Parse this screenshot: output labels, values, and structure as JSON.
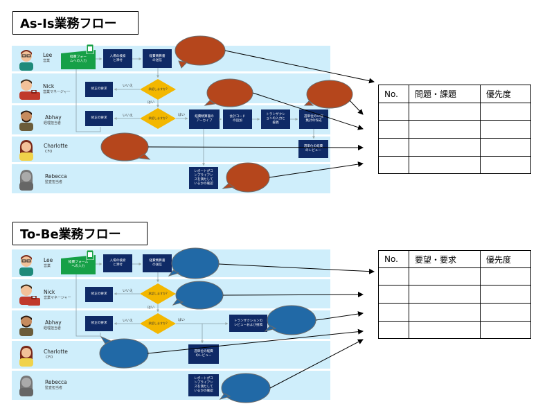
{
  "asis": {
    "title": "As-Is業務フロー",
    "people": [
      {
        "name": "Lee",
        "role": "営業"
      },
      {
        "name": "Nick",
        "role": "営業マネージャー"
      },
      {
        "name": "Abhay",
        "role": "経理担当者"
      },
      {
        "name": "Charlotte",
        "role": "CFO"
      },
      {
        "name": "Rebecca",
        "role": "監査担当者"
      }
    ],
    "nodes": {
      "form": "経費フォー\nムへの入力",
      "receipt": "入場の検索\nと添付",
      "send": "経費精算書\nの送信",
      "fix_nick": "修正の要求",
      "fix_abhay": "修正の要求",
      "archive": "経費精算書の\nアーカイブ",
      "code": "会計コード\nの追加",
      "trans": "トランザクシ\nョンの入力と\n投稿",
      "weekly": "週単位のsc経\n集計の作成",
      "review": "週単位の経費\nのレビュー",
      "compliance": "レポートがコ\nンプライアン\nスを満たして\nいるかの確認"
    },
    "decisions": {
      "nick": "承認しますか?",
      "abhay": "承認しますか?"
    },
    "labels": {
      "no1": "いいえ",
      "no2": "いいえ",
      "yes1": "はい",
      "yes2": "はい"
    },
    "table": {
      "headers": [
        "No.",
        "問題・課題",
        "優先度"
      ],
      "rows": [
        [
          "",
          "",
          ""
        ],
        [
          "",
          "",
          ""
        ],
        [
          "",
          "",
          ""
        ],
        [
          "",
          "",
          ""
        ]
      ]
    }
  },
  "tobe": {
    "title": "To-Be業務フロー",
    "people": [
      {
        "name": "Lee",
        "role": "営業"
      },
      {
        "name": "Nick",
        "role": "営業マネージャー"
      },
      {
        "name": "Abhay",
        "role": "経理担当者"
      },
      {
        "name": "Charlotte",
        "role": "CFO"
      },
      {
        "name": "Rebecca",
        "role": "監査担当者"
      }
    ],
    "nodes": {
      "form": "経費フォーム\nへの入力",
      "receipt": "入場の検索\nと添付",
      "send": "経費精算書\nの送信",
      "fix_nick": "修正の要求",
      "fix_abhay": "修正の要求",
      "trans": "トランザクションの\nレビューおよび投稿",
      "review": "週単位の経費\nのレビュー",
      "compliance": "レポートがコ\nンプライアン\nスを満たして\nいるかの確認"
    },
    "decisions": {
      "nick": "承認しますか?",
      "abhay": "承認しますか?"
    },
    "labels": {
      "no1": "いいえ",
      "no2": "いいえ",
      "yes1": "はい",
      "yes2": "はい"
    },
    "table": {
      "headers": [
        "No.",
        "要望・要求",
        "優先度"
      ],
      "rows": [
        [
          "",
          "",
          ""
        ],
        [
          "",
          "",
          ""
        ],
        [
          "",
          "",
          ""
        ],
        [
          "",
          "",
          ""
        ]
      ]
    }
  },
  "colors": {
    "lane": "#cfeefb",
    "node": "#0f2a66",
    "green": "#16a047",
    "diamond": "#f3b700",
    "bubble_asis": "#b5461c",
    "bubble_tobe": "#2169a6"
  }
}
